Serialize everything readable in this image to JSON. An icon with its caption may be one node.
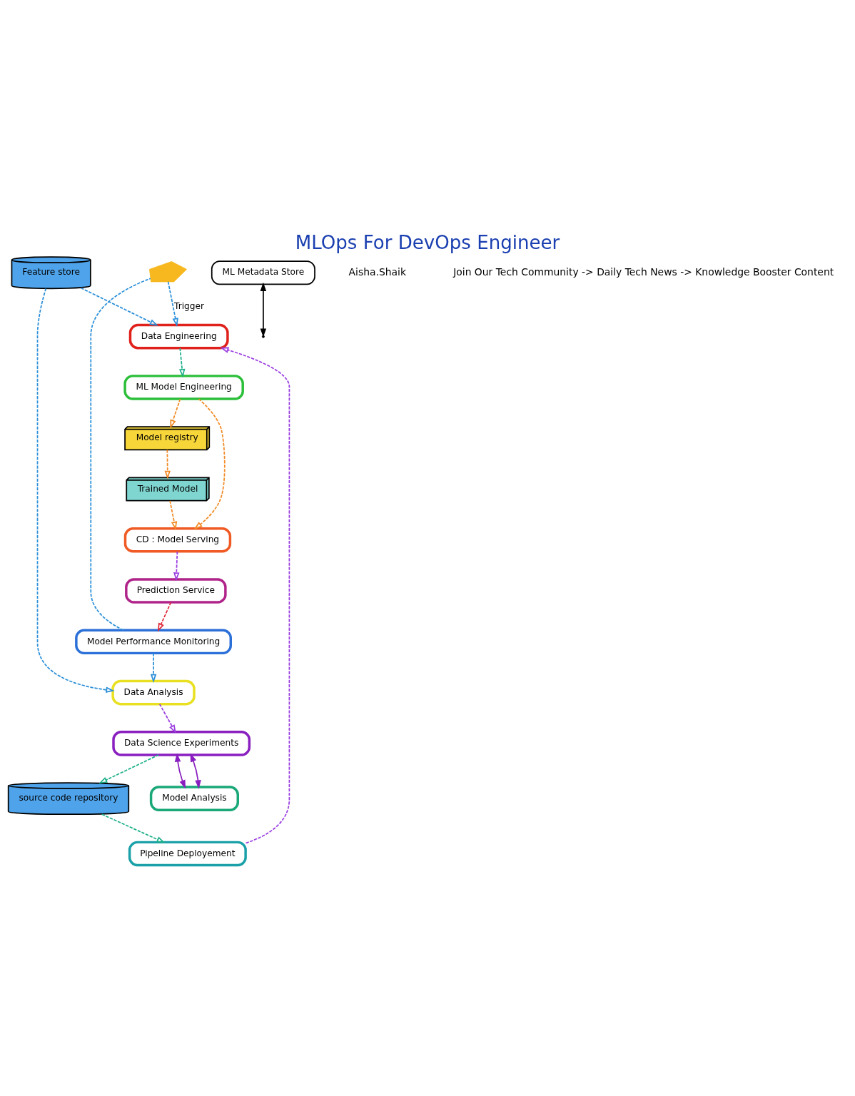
{
  "diagram": {
    "title": "MLOps For DevOps Engineer",
    "nodes": [
      {
        "text": [],
        "shape": "picture"
      },
      {
        "text": [
          "Data Engineering"
        ]
      },
      {
        "text": [
          "ML Metadata Store"
        ]
      },
      {
        "text": [
          "ML Model Engineering"
        ]
      },
      {
        "text": [
          "Model registry"
        ]
      },
      {
        "text": [
          "Trained Model"
        ]
      },
      {
        "text": [
          "Feature store"
        ]
      },
      {
        "text": [
          "source code repository"
        ]
      },
      {
        "text": [
          "CD : Model Serving"
        ]
      },
      {
        "text": [
          "Data Science Experiments"
        ]
      },
      {
        "text": [
          "Pipeline Deployement"
        ]
      },
      {
        "text": [
          "Prediction Service"
        ]
      },
      {
        "text": [
          "Data Analysis"
        ]
      },
      {
        "text": [
          "Model Analysis"
        ]
      },
      {
        "text": [
          "Model Performance Monitoring"
        ]
      }
    ],
    "edges": [
      {
        "from": 0,
        "to": 1,
        "arrow": "to",
        "label": "Trigger",
        "style": "dashed",
        "color": "#2b8fd8"
      },
      {
        "from": 6,
        "to": 1,
        "arrow": "to",
        "style": "dashed",
        "color": "#2b8fd8"
      },
      {
        "from": 1,
        "to": 3,
        "arrow": "to",
        "style": "dashed",
        "color": "#1fb08a"
      },
      {
        "from": 2,
        "to": null,
        "arrow": "both",
        "color": "#000000"
      },
      {
        "from": 3,
        "to": 4,
        "arrow": "to",
        "style": "dashed",
        "color": "#f28a24"
      },
      {
        "from": 4,
        "to": 5,
        "arrow": "to",
        "style": "dashed",
        "color": "#f28a24"
      },
      {
        "from": 5,
        "to": 8,
        "arrow": "to",
        "style": "dashed",
        "color": "#f28a24"
      },
      {
        "from": 3,
        "to": 8,
        "arrow": "to",
        "style": "dashed",
        "color": "#f28a24"
      },
      {
        "from": 8,
        "to": 11,
        "arrow": "to",
        "style": "dashed",
        "color": "#9b3fe0"
      },
      {
        "from": 11,
        "to": 14,
        "arrow": "to",
        "style": "dashed",
        "color": "#e02a3a"
      },
      {
        "from": 14,
        "to": 12,
        "arrow": "to",
        "style": "dashed",
        "color": "#2b8fd8"
      },
      {
        "from": 14,
        "to": 0,
        "arrow": "none",
        "style": "dashed",
        "color": "#2b8fd8"
      },
      {
        "from": 6,
        "to": 12,
        "arrow": "to",
        "style": "dashed",
        "color": "#2b8fd8"
      },
      {
        "from": 12,
        "to": 9,
        "arrow": "to",
        "style": "dashed",
        "color": "#9b3fe0"
      },
      {
        "from": 9,
        "to": 7,
        "arrow": "to",
        "style": "dashed",
        "color": "#1fb08a"
      },
      {
        "from": 7,
        "to": 10,
        "arrow": "to",
        "style": "dashed",
        "color": "#1fb08a"
      },
      {
        "from": 10,
        "to": 1,
        "arrow": "to",
        "style": "dashed",
        "color": "#9b3fe0"
      },
      {
        "from": 9,
        "to": 13,
        "arrow": "both",
        "color": "#8a1fc0"
      },
      {
        "from": 9,
        "to": 13,
        "arrow": "both",
        "color": "#8a1fc0"
      }
    ],
    "labels": [
      "Aisha.Shaik",
      "Join Our Tech Community -> Daily Tech News -> Knowledge Booster Content"
    ]
  }
}
